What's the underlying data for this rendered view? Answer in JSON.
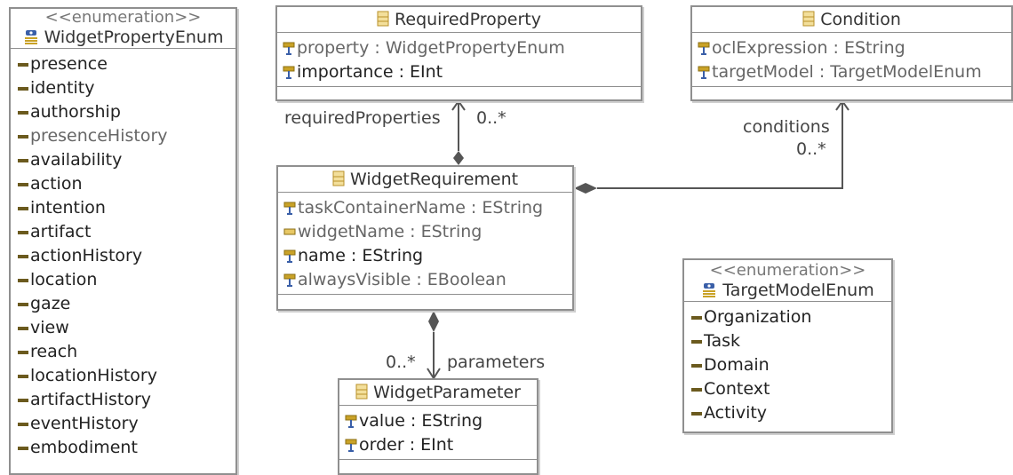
{
  "colors": {
    "border": "#8f8f8f",
    "line": "#555555",
    "attr_icon": "#c9a227",
    "class_icon": "#d8b44a"
  },
  "classes": {
    "widget_property_enum": {
      "stereotype": "<<enumeration>>",
      "name": "WidgetPropertyEnum",
      "literals": [
        "presence",
        "identity",
        "authorship",
        "presenceHistory",
        "availability",
        "action",
        "intention",
        "artifact",
        "actionHistory",
        "location",
        "gaze",
        "view",
        "reach",
        "locationHistory",
        "artifactHistory",
        "eventHistory",
        "embodiment"
      ]
    },
    "required_property": {
      "name": "RequiredProperty",
      "attributes": [
        "property : WidgetPropertyEnum",
        "importance : EInt"
      ]
    },
    "condition": {
      "name": "Condition",
      "attributes": [
        "oclExpression : EString",
        "targetModel : TargetModelEnum"
      ]
    },
    "widget_requirement": {
      "name": "WidgetRequirement",
      "attributes": [
        "taskContainerName : EString",
        "widgetName : EString",
        "name : EString",
        "alwaysVisible : EBoolean"
      ]
    },
    "widget_parameter": {
      "name": "WidgetParameter",
      "attributes": [
        "value : EString",
        "order : EInt"
      ]
    },
    "target_model_enum": {
      "stereotype": "<<enumeration>>",
      "name": "TargetModelEnum",
      "literals": [
        "Organization",
        "Task",
        "Domain",
        "Context",
        "Activity"
      ]
    }
  },
  "associations": {
    "required_properties": {
      "role": "requiredProperties",
      "multiplicity": "0..*"
    },
    "conditions": {
      "role": "conditions",
      "multiplicity": "0..*"
    },
    "parameters": {
      "role": "parameters",
      "multiplicity": "0..*"
    }
  }
}
